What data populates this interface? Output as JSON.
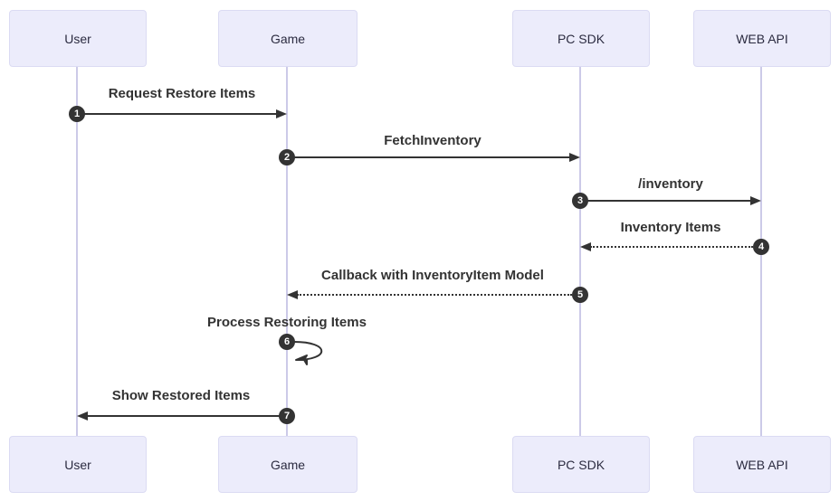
{
  "diagram": {
    "type": "sequence-diagram",
    "actors": [
      {
        "name": "User"
      },
      {
        "name": "Game"
      },
      {
        "name": "PC SDK"
      },
      {
        "name": "WEB API"
      }
    ],
    "messages": [
      {
        "num": "1",
        "from": "User",
        "to": "Game",
        "label": "Request Restore Items",
        "style": "solid"
      },
      {
        "num": "2",
        "from": "Game",
        "to": "PC SDK",
        "label": "FetchInventory",
        "style": "solid"
      },
      {
        "num": "3",
        "from": "PC SDK",
        "to": "WEB API",
        "label": "/inventory",
        "style": "solid"
      },
      {
        "num": "4",
        "from": "WEB API",
        "to": "PC SDK",
        "label": "Inventory Items",
        "style": "dotted"
      },
      {
        "num": "5",
        "from": "PC SDK",
        "to": "Game",
        "label": "Callback with InventoryItem Model",
        "style": "dotted"
      },
      {
        "num": "6",
        "from": "Game",
        "to": "Game",
        "label": "Process Restoring Items",
        "style": "self-loop"
      },
      {
        "num": "7",
        "from": "Game",
        "to": "User",
        "label": "Show Restored Items",
        "style": "solid"
      }
    ],
    "colors": {
      "actor_fill": "#ECECFB",
      "actor_border": "#DBDBF3",
      "lifeline": "#CCCAE8",
      "arrow": "#333333",
      "label_text": "#333333",
      "number_bg": "#333333",
      "number_text": "#FFFFFF",
      "background": "#FFFFFF"
    }
  }
}
